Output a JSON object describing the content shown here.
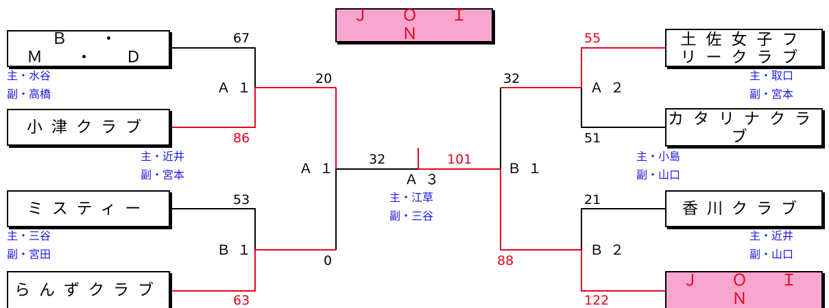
{
  "title": "Ｊ　Ｏ　Ｉ　Ｎ",
  "colors": {
    "winner_line": "#e8001c",
    "loser_line": "#000000",
    "referee_text": "#1a1ae6",
    "highlight_box": "#f8a6cf"
  },
  "teams": {
    "bmd": "Ｂ　・　Ｍ　・　Ｄ",
    "ozu": "小津クラブ",
    "misty": "ミスティー",
    "rands": "らんずクラブ",
    "tosa_line1": "土佐女子フ",
    "tosa_line2": "リークラブ",
    "katari_line1": "カタリナクラ",
    "katari_line2": "ブ",
    "kagawa": "香川クラブ",
    "join": "Ｊ　Ｏ　Ｉ　Ｎ"
  },
  "scores": {
    "bmd": "67",
    "ozu": "86",
    "misty": "53",
    "rands": "63",
    "a1_semi": "20",
    "b1_semi": "0",
    "final_left": "32",
    "final_right": "101",
    "a2_semi": "32",
    "b2_semi": "88",
    "tosa": "55",
    "katari": "51",
    "kagawa": "21",
    "join": "122"
  },
  "matches": {
    "left_a1": "Ａ１",
    "left_b1": "Ｂ１",
    "left_semi": "Ａ１",
    "final": "Ａ３",
    "right_a2": "Ａ２",
    "right_b2": "Ｂ２",
    "right_semi": "Ｂ１"
  },
  "referees": {
    "left_a1_main": "主・水谷",
    "left_a1_sub": "副・高橋",
    "left_b1_main": "主・三谷",
    "left_b1_sub": "副・宮田",
    "left_semi_main": "主・近井",
    "left_semi_sub": "副・宮本",
    "final_main": "主・江草",
    "final_sub": "副・三谷",
    "right_a2_main": "主・取口",
    "right_a2_sub": "副・宮本",
    "right_semi_main": "主・小島",
    "right_semi_sub": "副・山口",
    "right_b2_main": "主・近井",
    "right_b2_sub": "副・山口"
  }
}
